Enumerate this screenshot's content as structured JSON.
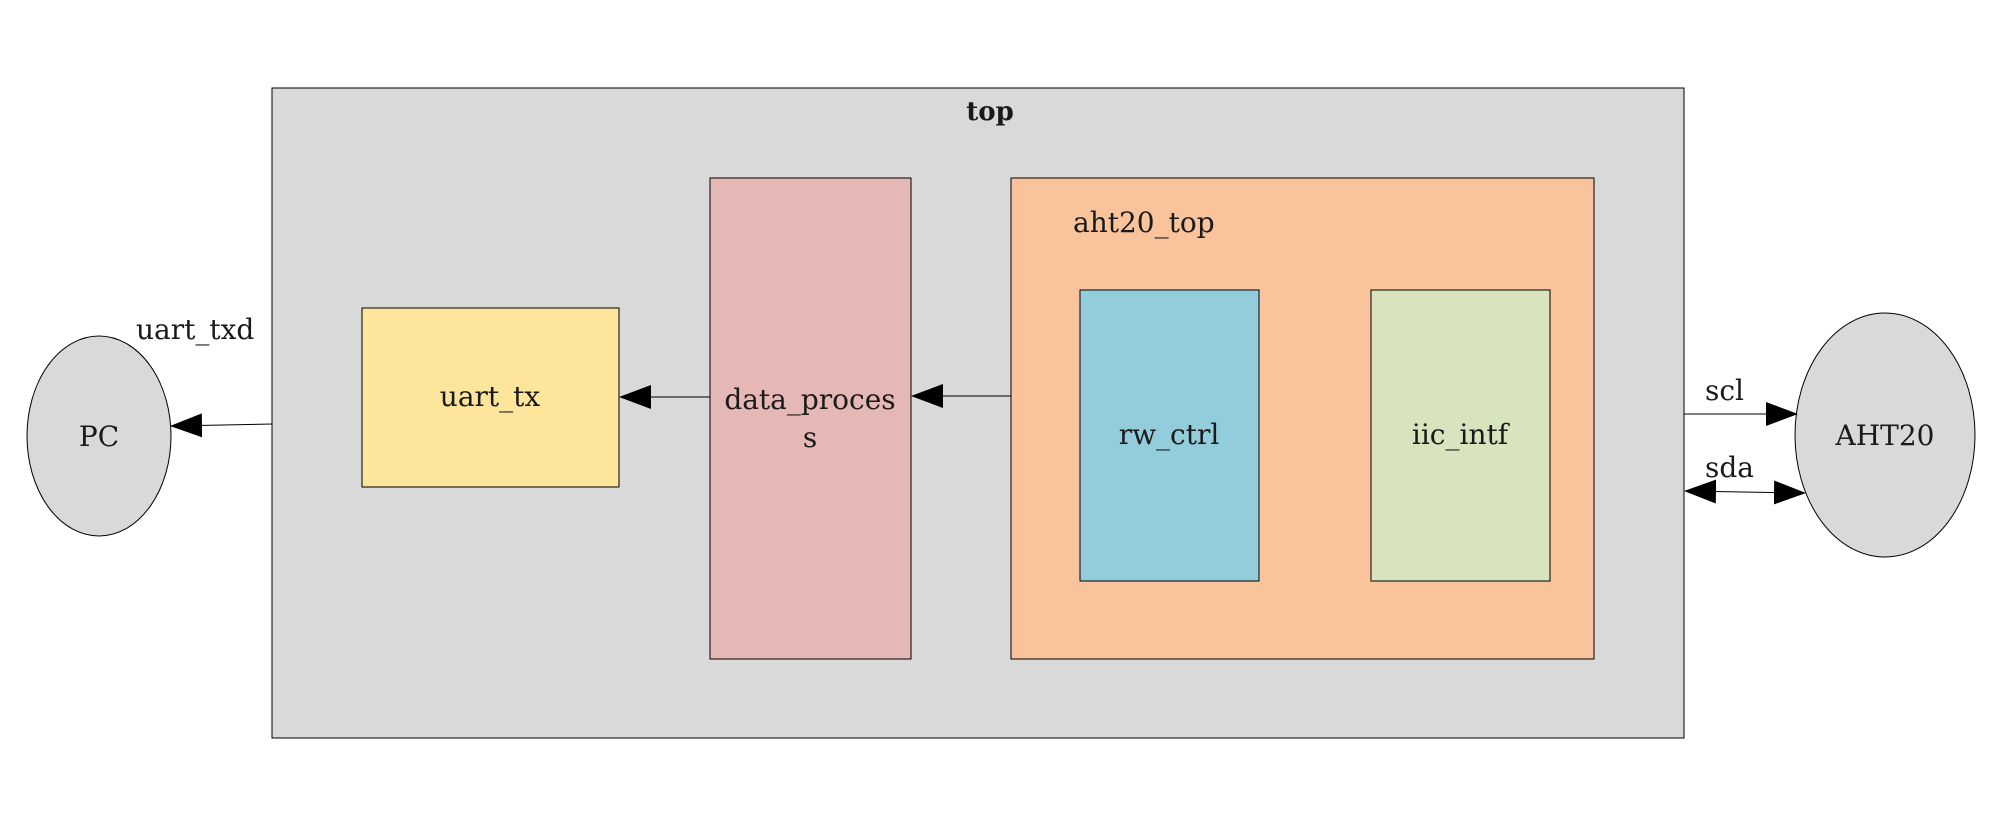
{
  "colors": {
    "top_fill": "#d9d9d9",
    "uart_tx_fill": "#fde59b",
    "data_process_fill": "#e6b8b5",
    "aht20_top_fill": "#f9c49b",
    "rw_ctrl_fill": "#93cddb",
    "iic_intf_fill": "#d7e4bd",
    "endpoint_fill": "#d9d9d9",
    "stroke": "#000000"
  },
  "top": {
    "label": "top"
  },
  "aht20_top": {
    "label": "aht20_top"
  },
  "blocks": {
    "uart_tx": {
      "label": "uart_tx"
    },
    "data_process": {
      "line1": "data_proces",
      "line2": "s"
    },
    "rw_ctrl": {
      "label": "rw_ctrl"
    },
    "iic_intf": {
      "label": "iic_intf"
    }
  },
  "endpoints": {
    "pc": {
      "label": "PC"
    },
    "aht20": {
      "label": "AHT20"
    }
  },
  "signals": {
    "uart_txd": "uart_txd",
    "scl": "scl",
    "sda": "sda"
  }
}
